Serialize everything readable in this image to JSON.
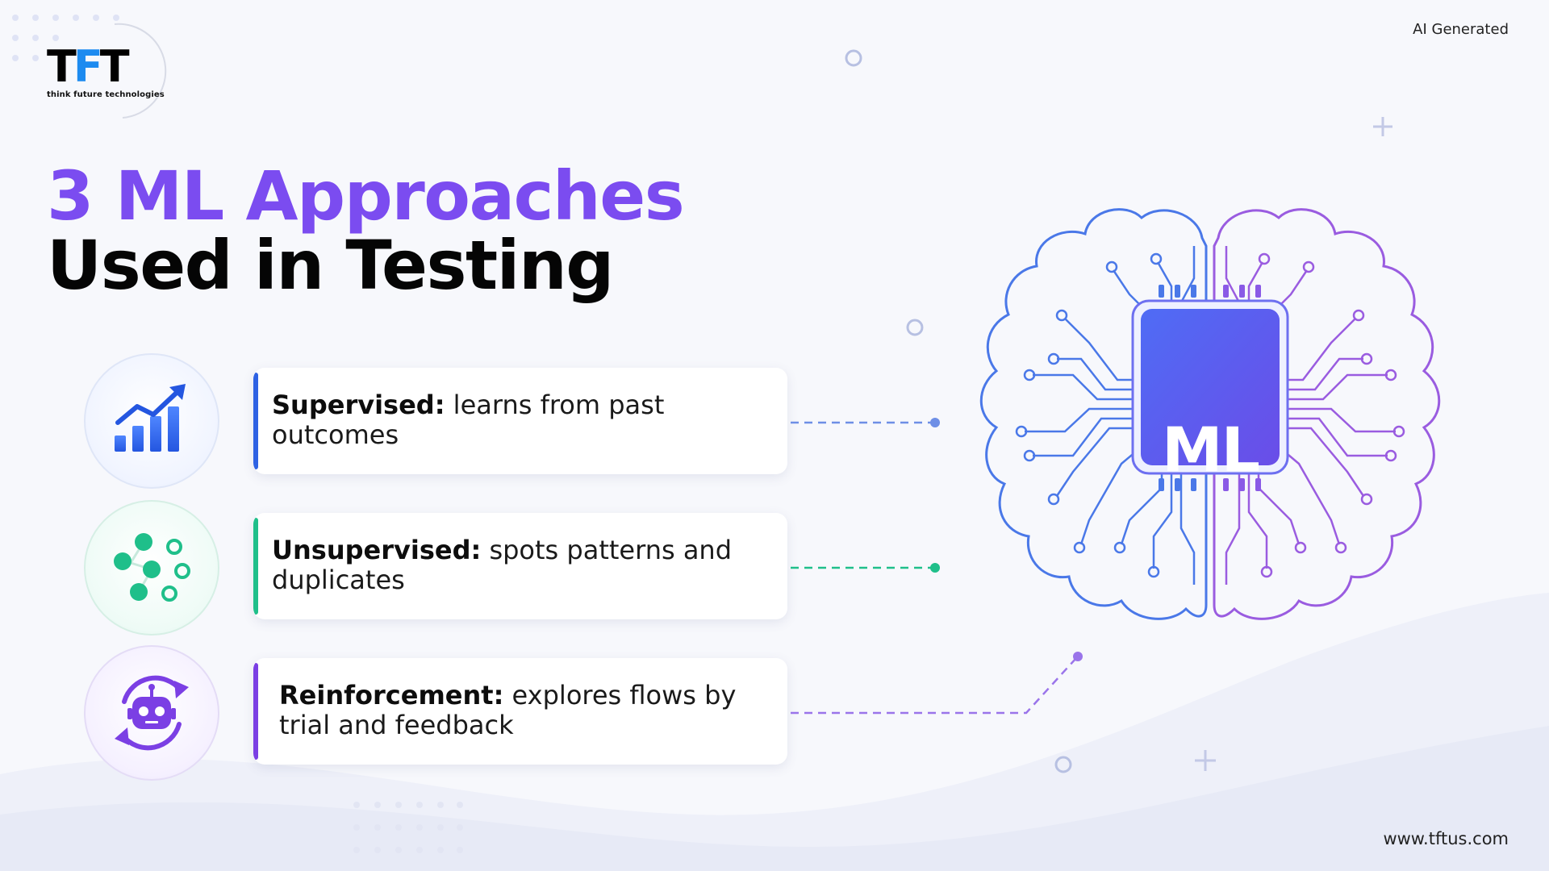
{
  "brand": {
    "logo_mark_left": "T",
    "logo_mark_mid": "F",
    "logo_mark_right": "T",
    "tagline": "think future technologies",
    "website": "www.tftus.com"
  },
  "badge": {
    "ai_generated": "AI Generated"
  },
  "title": {
    "line1": "3 ML Approaches",
    "line2": "Used in Testing"
  },
  "approaches": [
    {
      "label": "Supervised:",
      "description": " learns from past outcomes",
      "icon": "bar-chart-trend-icon",
      "color": "#2e62e4"
    },
    {
      "label": "Unsupervised:",
      "description": " spots patterns and duplicates",
      "icon": "cluster-dots-icon",
      "color": "#1fbf8a"
    },
    {
      "label": "Reinforcement:",
      "description": " explores flows by trial and feedback",
      "icon": "robot-cycle-icon",
      "color": "#7b3fe4"
    }
  ],
  "diagram": {
    "chip_label": "ML",
    "icon": "circuit-brain-icon"
  },
  "colors": {
    "accent_purple": "#7b4cf0",
    "accent_blue": "#2e62e4",
    "accent_green": "#1fbf8a"
  }
}
